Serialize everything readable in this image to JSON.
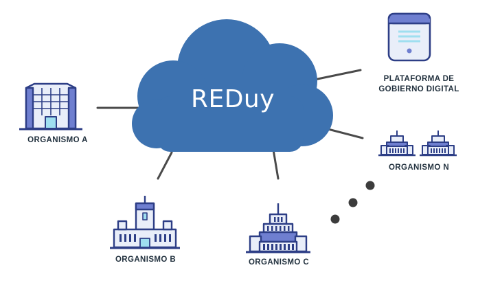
{
  "cloud": {
    "title": "REDuy",
    "color": "#3d72b0"
  },
  "nodes": [
    {
      "id": "organismo-a",
      "label": "ORGANISMO A",
      "icon": "office-tower-icon"
    },
    {
      "id": "organismo-b",
      "label": "ORGANISMO B",
      "icon": "government-building-icon"
    },
    {
      "id": "organismo-c",
      "label": "ORGANISMO C",
      "icon": "capitol-building-icon"
    },
    {
      "id": "organismo-n",
      "label": "ORGANISMO N",
      "icon": "small-buildings-icon"
    },
    {
      "id": "plataforma",
      "label_lines": [
        "PLATAFORMA DE",
        "GOBIERNO DIGITAL"
      ],
      "icon": "server-icon"
    }
  ],
  "colors": {
    "icon_stroke": "#2d3e86",
    "icon_fill": "#e9eef9",
    "icon_accent": "#6f7fd0",
    "window_cyan": "#9fdff0",
    "connector": "#4a4a4a",
    "dots": "#3c3c3c"
  }
}
